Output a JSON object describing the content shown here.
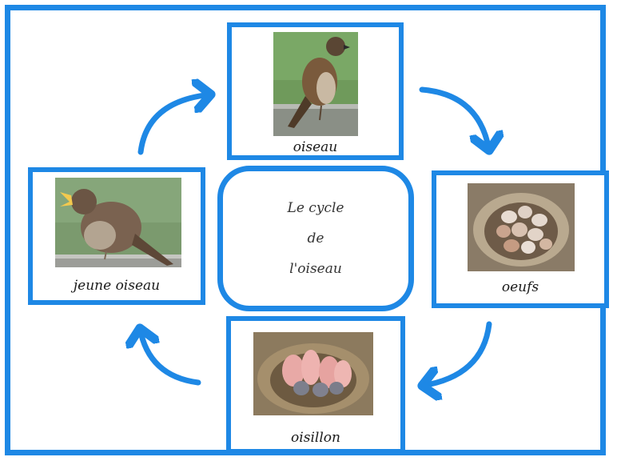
{
  "center": {
    "line1": "Le cycle",
    "line2": "de",
    "line3": "l'oiseau"
  },
  "stages": {
    "top": {
      "label": "oiseau"
    },
    "right": {
      "label": "oeufs"
    },
    "bottom": {
      "label": "oisillon"
    },
    "left": {
      "label": "jeune oiseau"
    }
  },
  "colors": {
    "accent": "#1e88e5"
  }
}
